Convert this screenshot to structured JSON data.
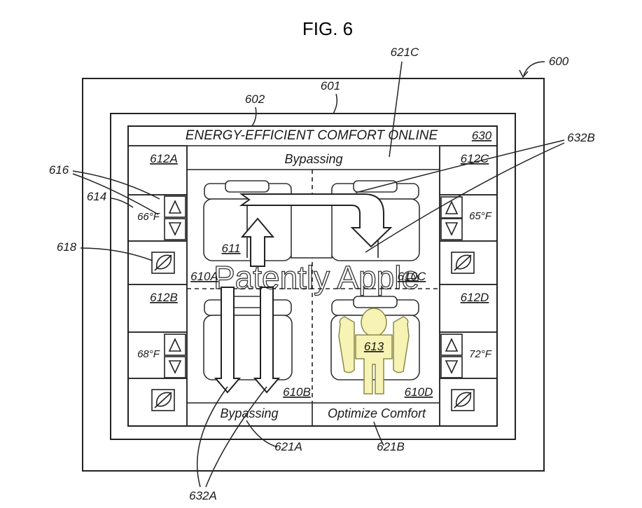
{
  "figure_title": "FIG. 6",
  "banner": {
    "title": "ENERGY-EFFICIENT COMFORT ONLINE",
    "ref": "630"
  },
  "zones": {
    "top_status": "Bypassing",
    "bottom_left_status": "Bypassing",
    "bottom_right_status": "Optimize Comfort"
  },
  "panels": {
    "top_left": {
      "ref": "612A",
      "temp": "66°F"
    },
    "bottom_left": {
      "ref": "612B",
      "temp": "68°F"
    },
    "top_right": {
      "ref": "612C",
      "temp": "65°F"
    },
    "bottom_right": {
      "ref": "612D",
      "temp": "72°F"
    }
  },
  "seat_labels": {
    "s611": "611",
    "s613": "613",
    "s610a": "610A",
    "s610c": "610C",
    "s610b": "610B",
    "s610d": "610D"
  },
  "callouts": {
    "c600": "600",
    "c601": "601",
    "c602": "602",
    "c621c": "621C",
    "c632b": "632B",
    "c616": "616",
    "c614": "614",
    "c618": "618",
    "c621a": "621A",
    "c621b": "621B",
    "c632a": "632A"
  },
  "watermark": "Patently Apple",
  "colors": {
    "occupant_fill": "#f7f3b4",
    "occupant_stroke": "#8a8a4a",
    "line": "#222222"
  },
  "icons": {
    "up_arrow": "up-triangle-icon",
    "down_arrow": "down-triangle-icon",
    "eco": "leaf-icon"
  }
}
